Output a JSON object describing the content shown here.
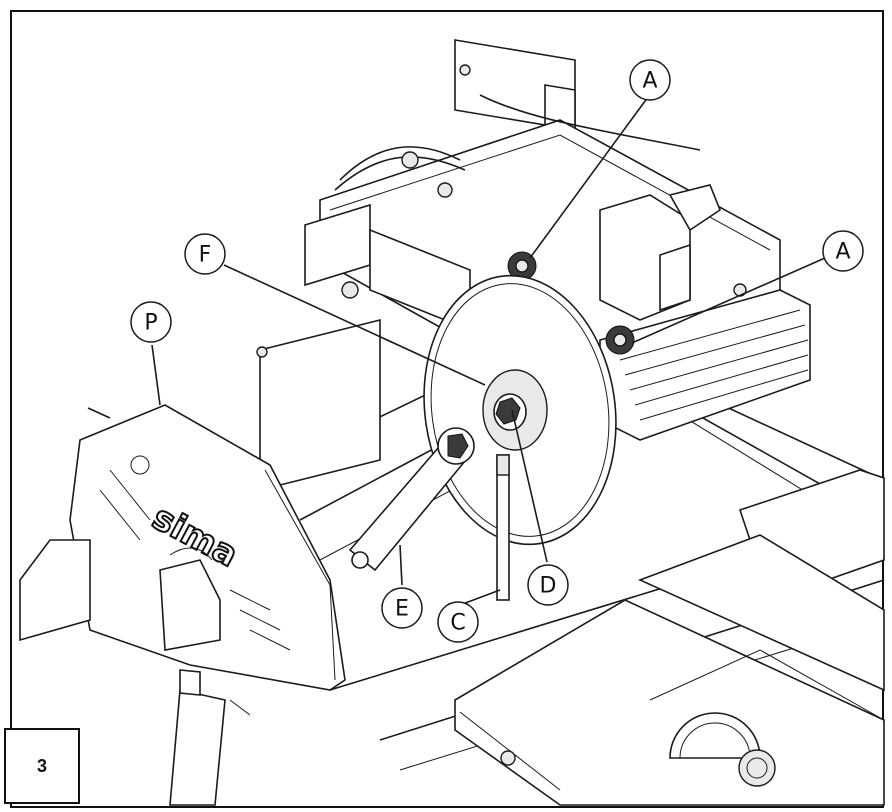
{
  "figure": {
    "number": "3",
    "brand_text": "sima"
  },
  "callouts": [
    {
      "id": "A1",
      "letter": "A"
    },
    {
      "id": "A2",
      "letter": "A"
    },
    {
      "id": "F",
      "letter": "F"
    },
    {
      "id": "P",
      "letter": "P"
    },
    {
      "id": "D",
      "letter": "D"
    },
    {
      "id": "C",
      "letter": "C"
    },
    {
      "id": "E",
      "letter": "E"
    }
  ]
}
